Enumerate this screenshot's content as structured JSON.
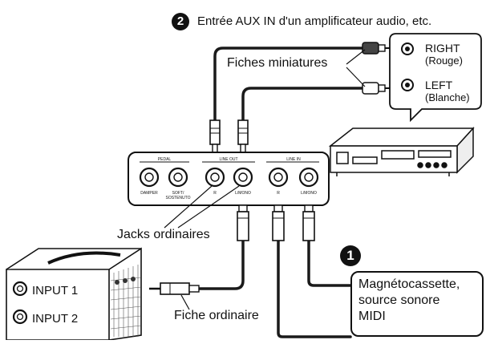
{
  "step_markers": {
    "step1": "1",
    "step2": "2"
  },
  "callout": {
    "title": "Entrée AUX IN d'un amplificateur audio, etc."
  },
  "labels": {
    "fiches_miniatures": "Fiches miniatures",
    "jacks_ordinaires": "Jacks ordinaires",
    "fiche_ordinaire": "Fiche ordinaire"
  },
  "amplifier_inputs": {
    "right_label": "RIGHT",
    "right_color": "(Rouge)",
    "left_label": "LEFT",
    "left_color": "(Blanche)"
  },
  "guitar_amp": {
    "input1": "INPUT 1",
    "input2": "INPUT 2"
  },
  "recorder_box": {
    "line1": "Magnétocassette,",
    "line2": "source sonore",
    "line3": "MIDI"
  },
  "panel": {
    "group_pedal": "PEDAL",
    "group_line_out": "LINE OUT",
    "group_line_in": "LINE IN",
    "jack_damper": "DAMPER",
    "jack_soft": "SOFT/",
    "jack_soft2": "SOSTENUTO",
    "jack_out_r": "R",
    "jack_out_l": "L/MONO",
    "jack_in_r": "R",
    "jack_in_l": "L/MONO"
  },
  "colors": {
    "ink": "#111111",
    "cable": "#1a1a1a",
    "panel_fill": "#ffffff"
  }
}
